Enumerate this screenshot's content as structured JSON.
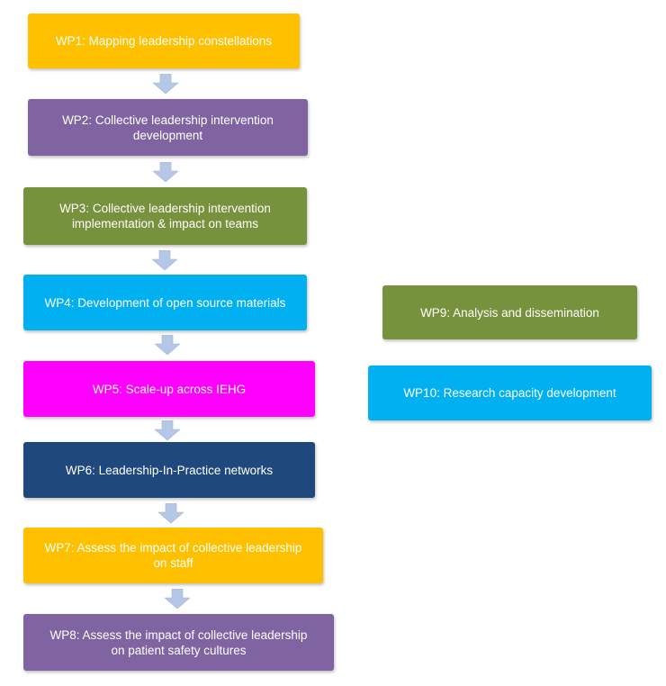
{
  "work_packages": [
    {
      "id": "wp1",
      "label": "WP1: Mapping leadership constellations",
      "color": "#FFC000"
    },
    {
      "id": "wp2",
      "label": "WP2: Collective leadership intervention\ndevelopment",
      "color": "#8064A2"
    },
    {
      "id": "wp3",
      "label": "WP3: Collective leadership intervention\nimplementation & impact on teams",
      "color": "#76923C"
    },
    {
      "id": "wp4",
      "label": "WP4: Development of open source materials",
      "color": "#00B0F0"
    },
    {
      "id": "wp5",
      "label": "WP5: Scale-up across IEHG",
      "color": "#FF00FF"
    },
    {
      "id": "wp6",
      "label": "WP6: Leadership-In-Practice networks",
      "color": "#1F497D"
    },
    {
      "id": "wp7",
      "label": "WP7: Assess the impact of collective leadership\non staff",
      "color": "#FFC000"
    },
    {
      "id": "wp8",
      "label": "WP8: Assess the impact of collective leadership\non patient safety cultures",
      "color": "#8064A2"
    },
    {
      "id": "wp9",
      "label": "WP9: Analysis and dissemination",
      "color": "#76923C"
    },
    {
      "id": "wp10",
      "label": "WP10: Research capacity development",
      "color": "#00B0F0"
    }
  ],
  "arrow_color": "#B4C7E7"
}
